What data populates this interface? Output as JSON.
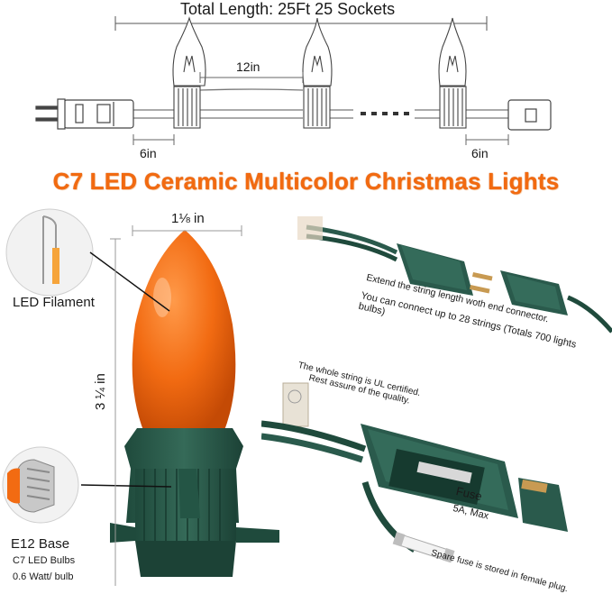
{
  "diagram": {
    "total_length": "Total Length: 25Ft 25 Sockets",
    "spacing": "12in",
    "lead_left": "6in",
    "lead_right": "6in"
  },
  "headline": "C7 LED Ceramic Multicolor Christmas Lights",
  "bulb": {
    "width": "1⅛ in",
    "height": "3 ¼ in",
    "filament_label": "LED Filament",
    "base_label": "E12 Base",
    "bulb_type": "C7 LED Bulbs",
    "wattage": "0.6 Watt/ bulb"
  },
  "connector": {
    "line1": "Extend the string length woth end connector.",
    "line2": "You can connect up to 28 strings (Totals 700 lights bulbs)"
  },
  "certification": {
    "line1": "The whole string is UL certified.",
    "line2": "Rest assure of the quality."
  },
  "fuse": {
    "title": "Fuse",
    "rating": "5A, Max",
    "note": "Spare fuse is stored in female plug."
  },
  "colors": {
    "accent_orange": "#f26a10",
    "bulb_orange": "#f26b12",
    "plug_green": "#2a5a4c"
  }
}
